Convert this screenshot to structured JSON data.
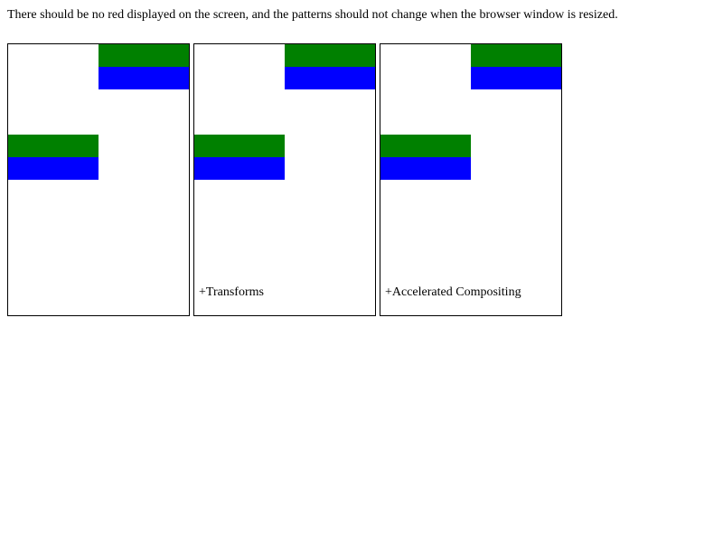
{
  "instruction": "There should be no red displayed on the screen, and the patterns should not change when the browser window is resized.",
  "colors": {
    "green": "#008000",
    "blue": "#0000ff",
    "border": "#000000",
    "background": "#ffffff"
  },
  "boxes": [
    {
      "label": ""
    },
    {
      "label": "+Transforms"
    },
    {
      "label": "+Accelerated Compositing"
    }
  ]
}
